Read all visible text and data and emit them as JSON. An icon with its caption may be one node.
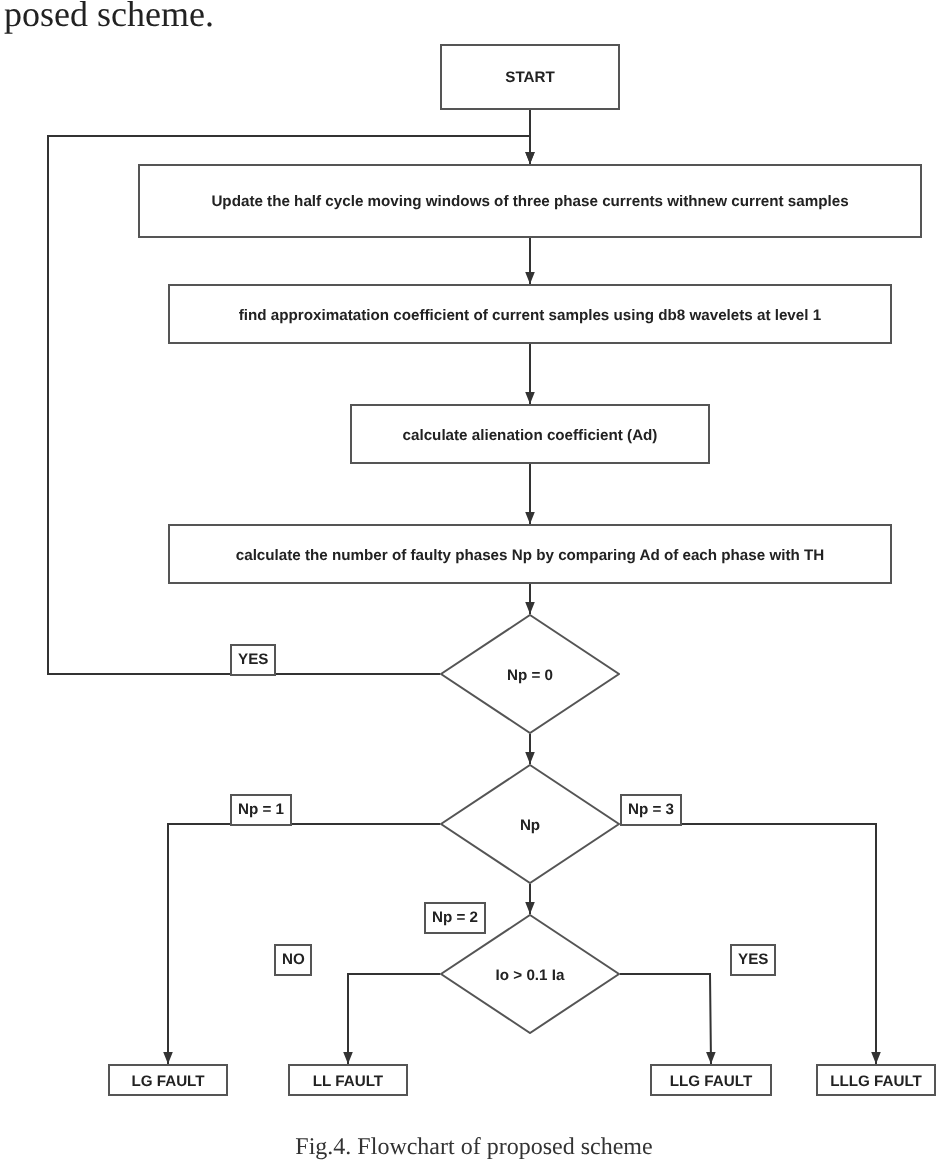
{
  "diagram": {
    "caption": "Fig.4. Flowchart of proposed scheme",
    "nodes": [
      {
        "text": [
          "START"
        ]
      },
      {
        "text": [
          "Update the half cycle moving windows of three phase currents withnew current samples"
        ]
      },
      {
        "text": [
          "find approximatation coefficient of current samples using db8 wavelets at level 1"
        ]
      },
      {
        "text": [
          "calculate alienation coefficient (Ad)"
        ]
      },
      {
        "text": [
          "calculate the number of faulty phases Np by comparing Ad of each phase with TH"
        ]
      },
      {
        "text": [
          "Np = 0"
        ]
      },
      {
        "text": [
          "Np"
        ]
      },
      {
        "text": [
          "Io > 0.1 Ia"
        ]
      },
      {
        "text": [
          "LG FAULT"
        ]
      },
      {
        "text": [
          "LL FAULT"
        ]
      },
      {
        "text": [
          "LLG FAULT"
        ]
      },
      {
        "text": [
          "LLLG FAULT"
        ]
      }
    ],
    "edges": [
      {
        "from": 0,
        "to": 1,
        "arrow": "to"
      },
      {
        "from": 1,
        "to": 2,
        "arrow": "to"
      },
      {
        "from": 2,
        "to": 3,
        "arrow": "to"
      },
      {
        "from": 3,
        "to": 4,
        "arrow": "to"
      },
      {
        "from": 4,
        "to": 5,
        "arrow": "to"
      },
      {
        "from": 5,
        "to": 1,
        "arrow": "to",
        "label": "YES"
      },
      {
        "from": 5,
        "to": 6,
        "arrow": "to"
      },
      {
        "from": 6,
        "to": 8,
        "arrow": "to",
        "label": "Np = 1"
      },
      {
        "from": 6,
        "to": 11,
        "arrow": "to",
        "label": "Np = 3"
      },
      {
        "from": 6,
        "to": 7,
        "arrow": "to",
        "label": "Np = 2"
      },
      {
        "from": 7,
        "to": 9,
        "arrow": "to",
        "label": "NO"
      },
      {
        "from": 7,
        "to": 10,
        "arrow": "to",
        "label": "YES"
      }
    ],
    "labels": [
      "posed scheme."
    ]
  }
}
